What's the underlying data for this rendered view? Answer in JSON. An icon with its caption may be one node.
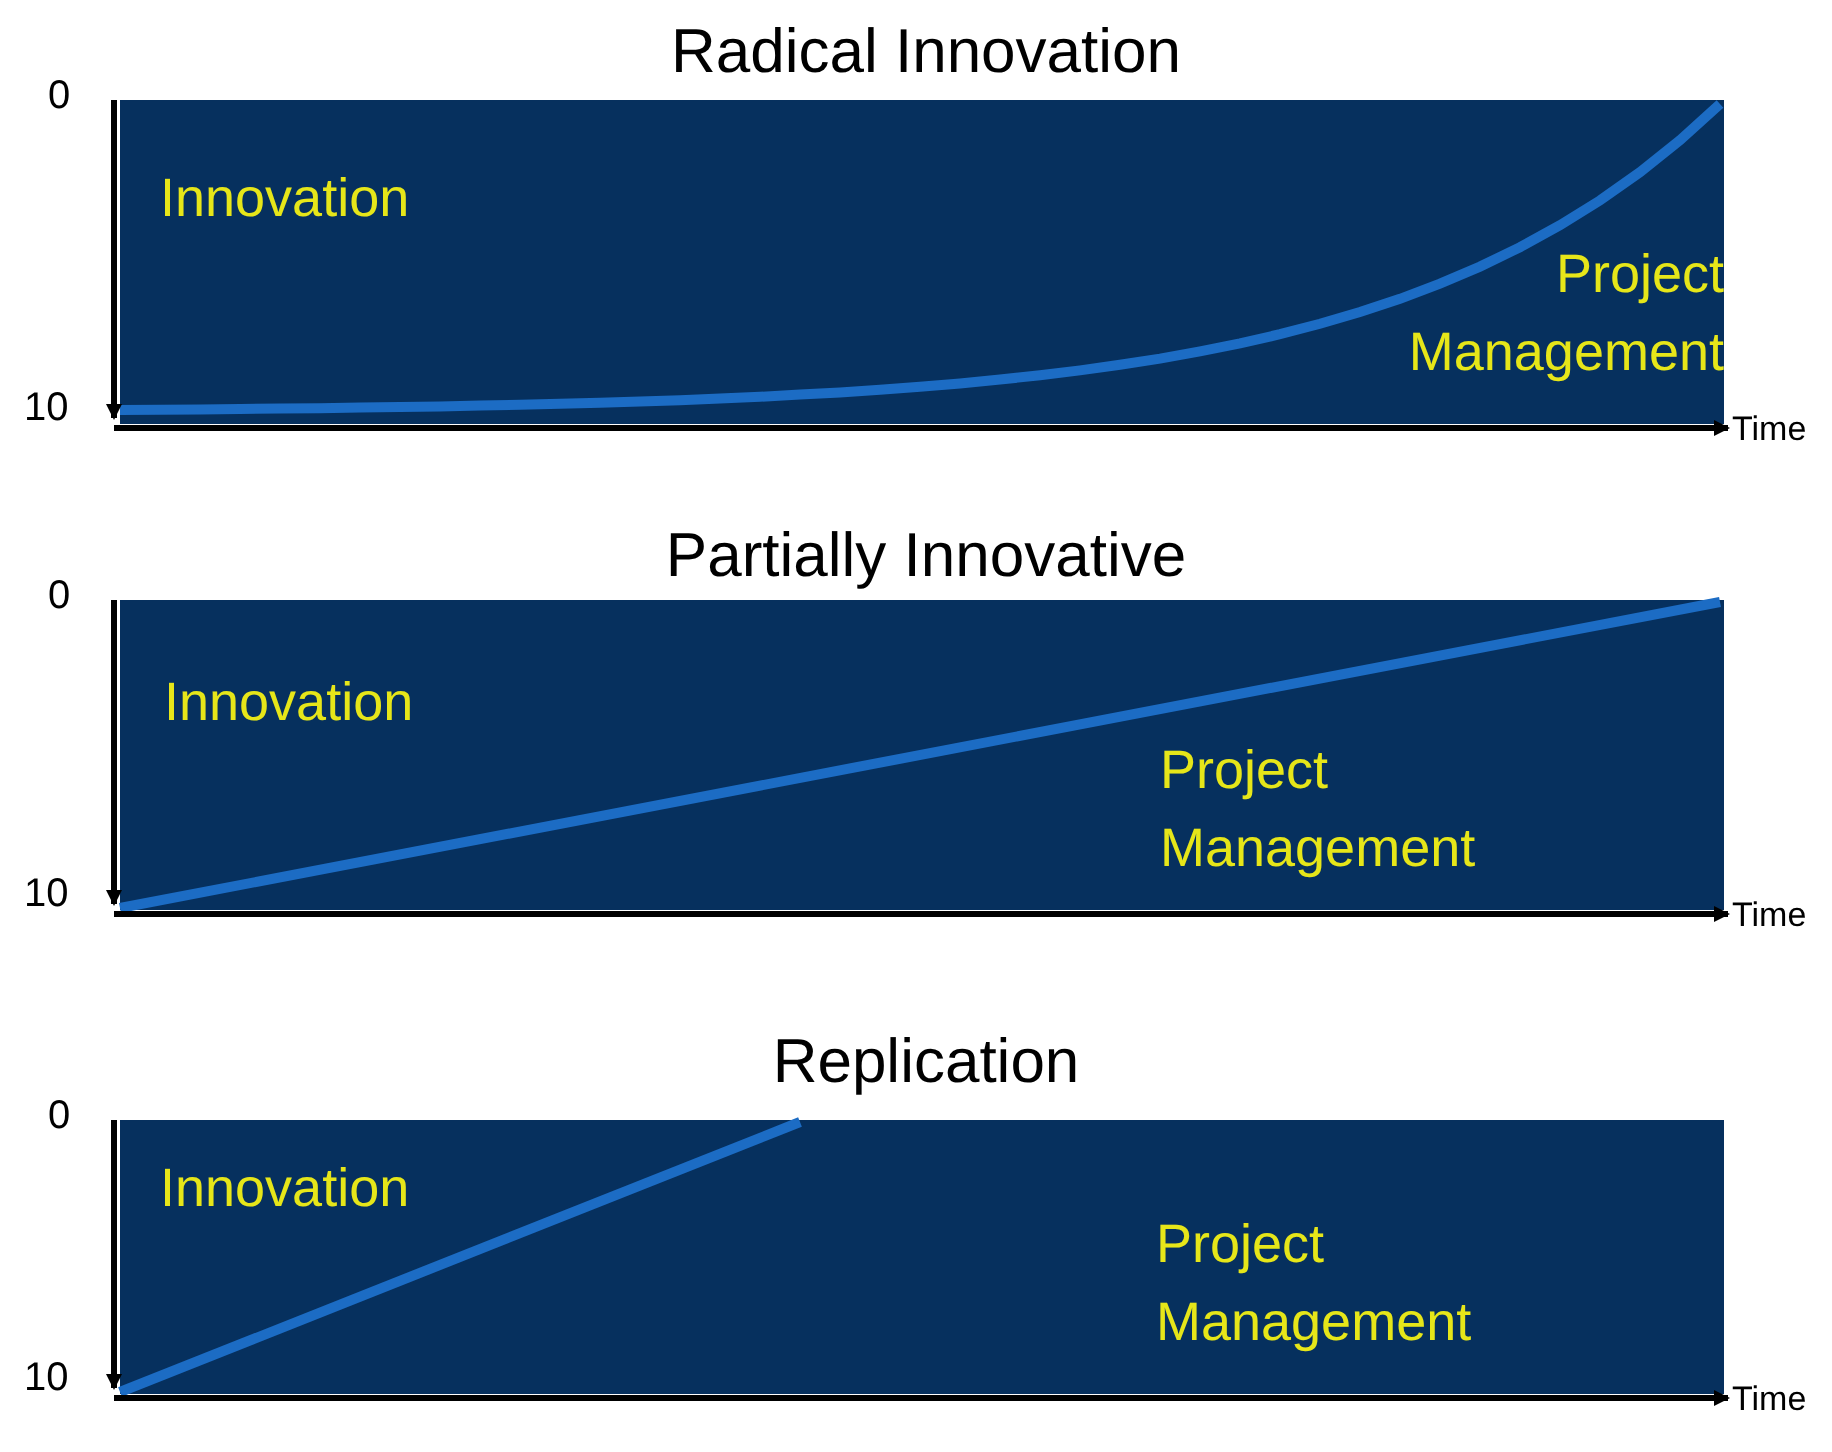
{
  "diagram": {
    "nodes": [
      {
        "text": [
          "Radical Innovation",
          "Innovation",
          "Project Management"
        ]
      },
      {
        "text": [
          "Partially Innovative",
          "Innovation",
          "Project Management"
        ]
      },
      {
        "text": [
          "Replication",
          "Innovation",
          "Project Management"
        ]
      }
    ],
    "labels": [
      "0",
      "10",
      "Time",
      "0",
      "10",
      "Time",
      "0",
      "10",
      "Time"
    ]
  }
}
